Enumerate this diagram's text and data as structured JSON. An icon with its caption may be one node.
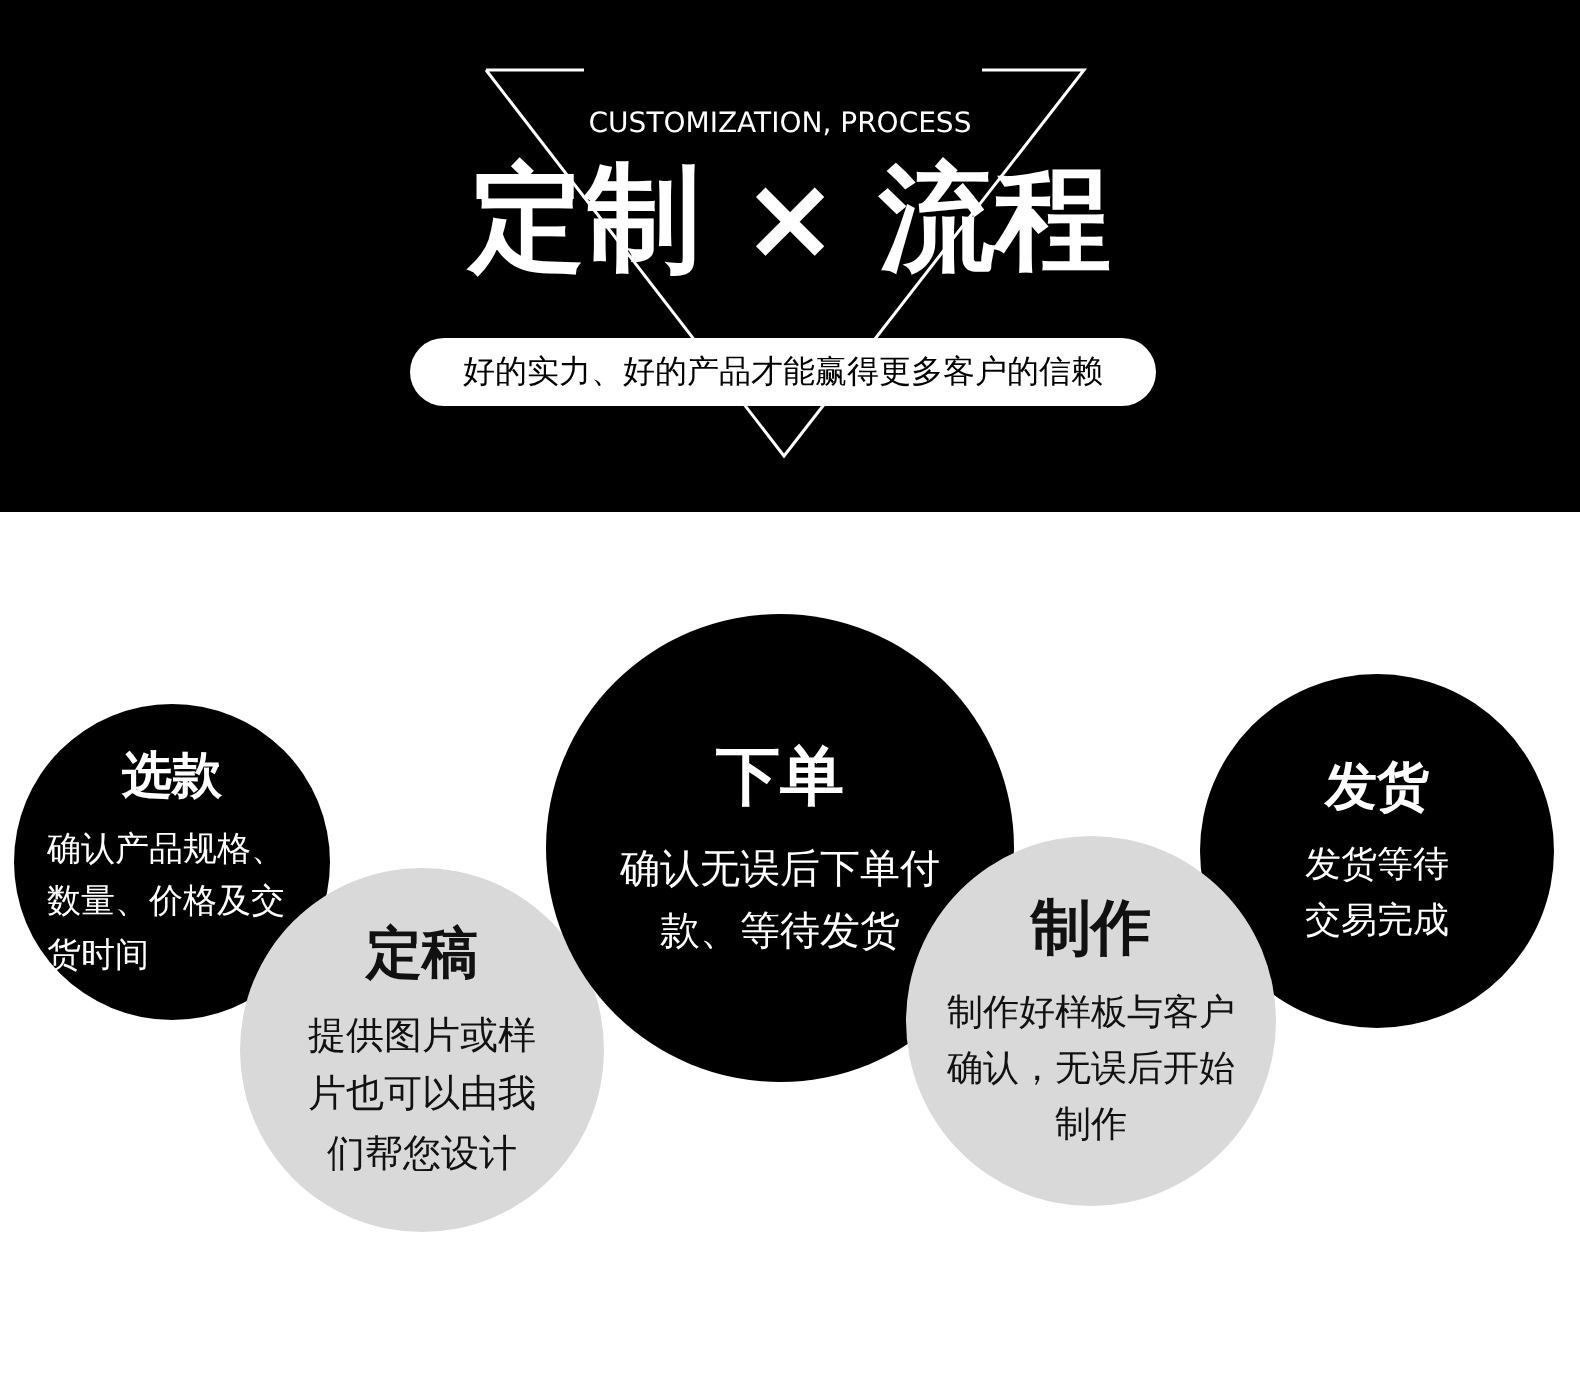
{
  "diagram": {
    "title": "定制 × 流程",
    "nodes": [
      {
        "text": [
          "好的实力、好的产品才能赢得更多客户的信赖"
        ]
      },
      {
        "text": [
          "选款",
          "确认产品规格、数量、价格及交货时间"
        ]
      },
      {
        "text": [
          "定稿",
          "提供图片或样片也可以由我们帮您设计"
        ]
      },
      {
        "text": [
          "下单",
          "确认无误后下单付款、等待发货"
        ]
      },
      {
        "text": [
          "发货",
          "发货等待交易完成"
        ]
      },
      {
        "text": [
          "制作",
          "制作好样板与客户确认，无误后开始制作"
        ]
      }
    ],
    "labels": [
      "CUSTOMIZATION, PROCESS"
    ]
  }
}
